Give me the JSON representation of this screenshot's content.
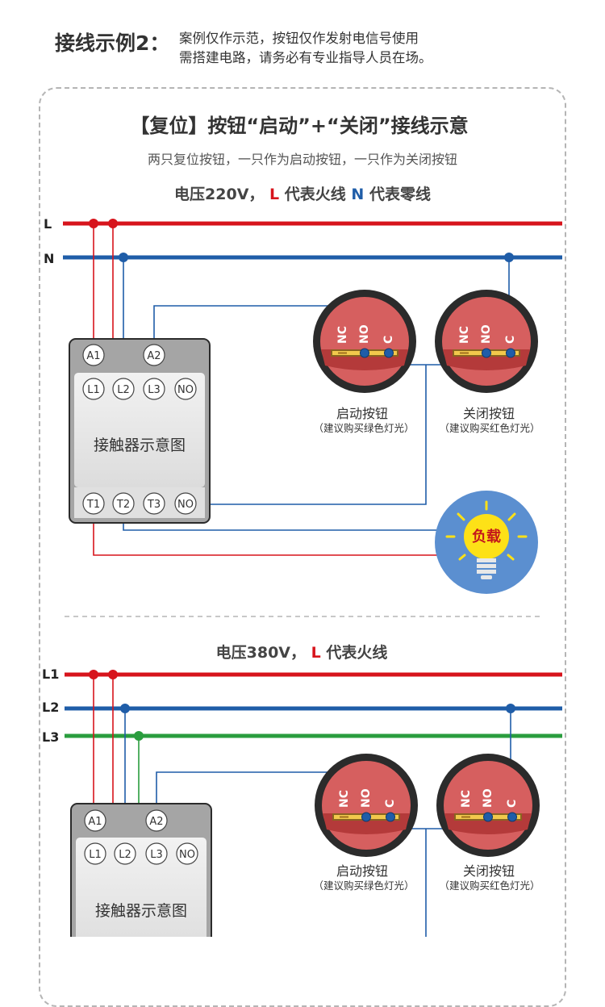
{
  "header": {
    "title": "接线示例2：",
    "desc_line1": "案例仅作示范，按钮仅作发射电信号使用",
    "desc_line2": "需搭建电路，请务必有专业指导人员在场。"
  },
  "section1": {
    "title": "【复位】按钮“启动”+“关闭”接线示意",
    "subtitle": "两只复位按钮，一只作为启动按钮，一只作为关闭按钮",
    "voltage_prefix": "电压220V，",
    "l_letter": "L",
    "l_text": "代表火线 ",
    "n_letter": "N",
    "n_text": "代表零线",
    "lines": [
      "L",
      "N"
    ],
    "contactor": {
      "title": "接触器示意图",
      "top_terminals": [
        "A1",
        "A2"
      ],
      "upper_terminals": [
        "L1",
        "L2",
        "L3",
        "NO"
      ],
      "lower_terminals": [
        "T1",
        "T2",
        "T3",
        "NO"
      ]
    },
    "start_button": {
      "label": "启动按钮",
      "note": "（建议购买绿色灯光）",
      "pins": [
        "NC",
        "NO",
        "C"
      ]
    },
    "stop_button": {
      "label": "关闭按钮",
      "note": "（建议购买红色灯光）",
      "pins": [
        "NC",
        "NO",
        "C"
      ]
    },
    "load_label": "负载"
  },
  "section2": {
    "voltage_prefix": "电压380V，",
    "l_letter": "L",
    "l_text": "代表火线",
    "lines": [
      "L1",
      "L2",
      "L3"
    ],
    "contactor": {
      "title": "接触器示意图",
      "top_terminals": [
        "A1",
        "A2"
      ],
      "upper_terminals": [
        "L1",
        "L2",
        "L3",
        "NO"
      ]
    },
    "start_button": {
      "label": "启动按钮",
      "note": "（建议购买绿色灯光）",
      "pins": [
        "NC",
        "NO",
        "C"
      ]
    },
    "stop_button": {
      "label": "关闭按钮",
      "note": "（建议购买红色灯光）",
      "pins": [
        "NC",
        "NO",
        "C"
      ]
    }
  },
  "colors": {
    "live_red": "#d7141c",
    "neutral_blue": "#1f5da8",
    "phase_green": "#2a9d3e",
    "button_red": "#d65f5f",
    "button_ring": "#2b2b2b",
    "contactor_gray": "#a5a5a5",
    "load_blue": "#5b8fd0",
    "bulb_yellow": "#fde117"
  }
}
